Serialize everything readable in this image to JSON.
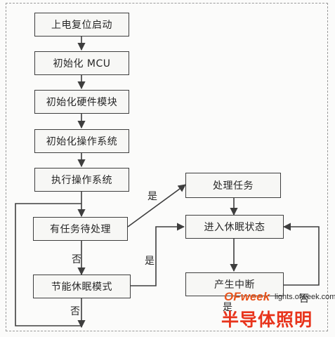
{
  "nodes": {
    "power_on": "上电复位启动",
    "init_mcu": "初始化 MCU",
    "init_hw": "初始化硬件模块",
    "init_os": "初始化操作系统",
    "run_os": "执行操作系统",
    "has_task": "有任务待处理",
    "handle_task": "处理任务",
    "sleep": "进入休眠状态",
    "low_power": "节能休眠模式",
    "interrupt": "产生中断"
  },
  "edge_labels": {
    "task_yes": "是",
    "task_no": "否",
    "lowpower_yes": "是",
    "lowpower_no": "否",
    "interrupt_no": "否",
    "interrupt_yes": "是"
  },
  "watermark": {
    "brand": "OFweek",
    "url": "lights.ofweek.com",
    "channel": "半导体照明"
  },
  "colors": {
    "line": "#3e3e3e",
    "watermark_orange": "#e8541c",
    "watermark_red": "#e8341c"
  }
}
